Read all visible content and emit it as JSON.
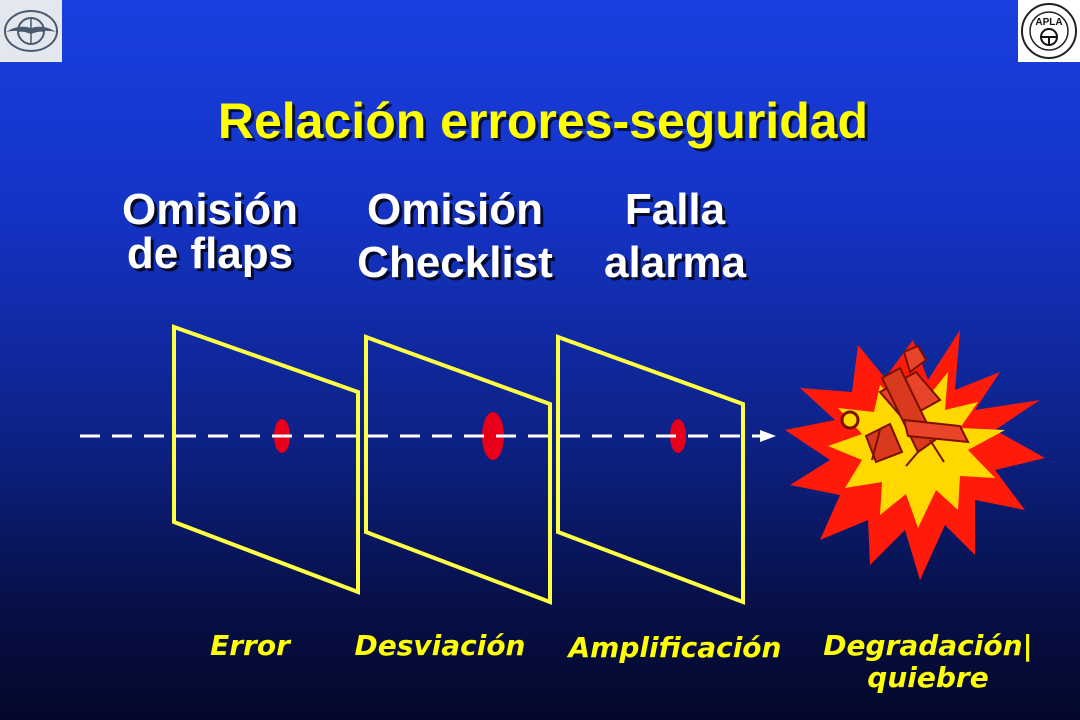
{
  "title": "Relación errores-seguridad",
  "causes": [
    {
      "line1": "Omisión",
      "line2": "de flaps"
    },
    {
      "line1": "Omisión",
      "line2": "Checklist"
    },
    {
      "line1": "Falla",
      "line2": "alarma"
    }
  ],
  "stages": [
    "Error",
    "Desviación",
    "Amplificación",
    "Degradación / quiebre"
  ],
  "stage_last_line1": "Degradación",
  "stage_last_line2": "quiebre",
  "logos": {
    "left": "OACI",
    "right": "APLA"
  },
  "colors": {
    "title": "#ffff00",
    "panel": "#ffff44",
    "hole": "#e8001a",
    "arrow": "#ffffff",
    "explosion_outer": "#ff1a0a",
    "explosion_inner": "#ffd800"
  }
}
